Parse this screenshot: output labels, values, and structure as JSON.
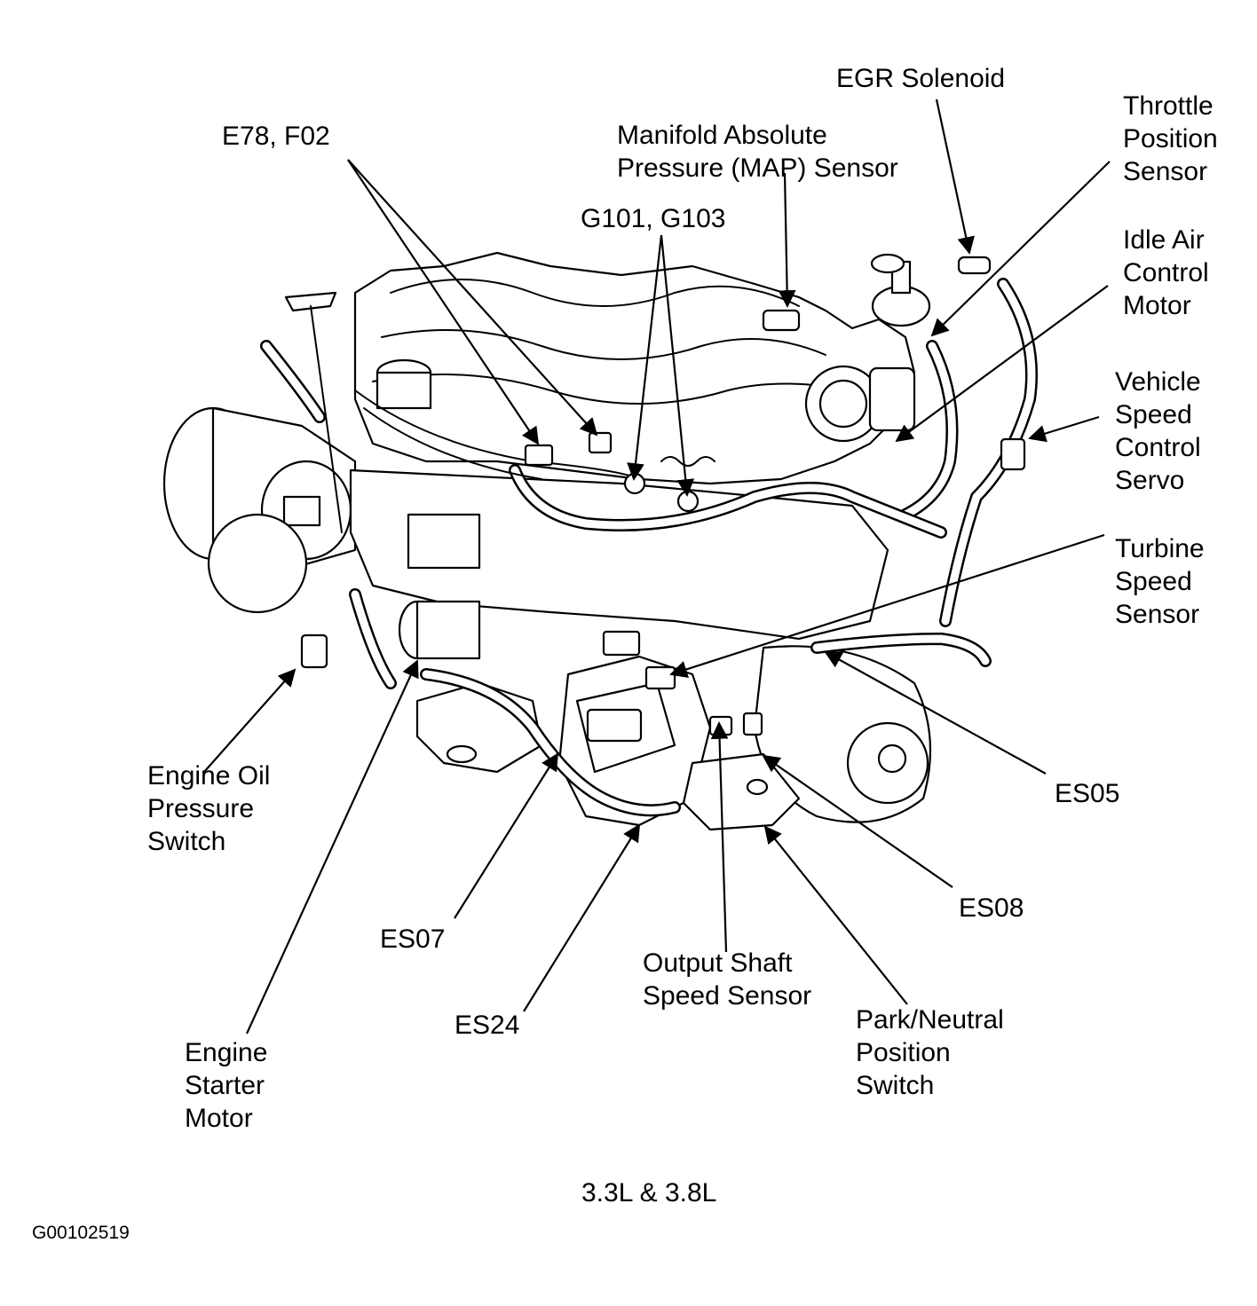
{
  "diagram": {
    "caption": "3.3L & 3.8L",
    "figure_id": "G00102519",
    "labels": {
      "egr_solenoid": [
        "EGR Solenoid"
      ],
      "throttle_position_sensor": [
        "Throttle",
        "Position",
        "Sensor"
      ],
      "e78_f02": [
        "E78, F02"
      ],
      "map_sensor": [
        "Manifold Absolute",
        "Pressure (MAP) Sensor"
      ],
      "g101_g103": [
        "G101, G103"
      ],
      "idle_air_control_motor": [
        "Idle Air",
        "Control",
        "Motor"
      ],
      "vehicle_speed_control_servo": [
        "Vehicle",
        "Speed",
        "Control",
        "Servo"
      ],
      "turbine_speed_sensor": [
        "Turbine",
        "Speed",
        "Sensor"
      ],
      "engine_oil_pressure_switch": [
        "Engine Oil",
        "Pressure",
        "Switch"
      ],
      "es05": [
        "ES05"
      ],
      "es08": [
        "ES08"
      ],
      "es07": [
        "ES07"
      ],
      "es24": [
        "ES24"
      ],
      "output_shaft_speed_sensor": [
        "Output Shaft",
        "Speed Sensor"
      ],
      "park_neutral_position_switch": [
        "Park/Neutral",
        "Position",
        "Switch"
      ],
      "engine_starter_motor": [
        "Engine",
        "Starter",
        "Motor"
      ]
    }
  }
}
